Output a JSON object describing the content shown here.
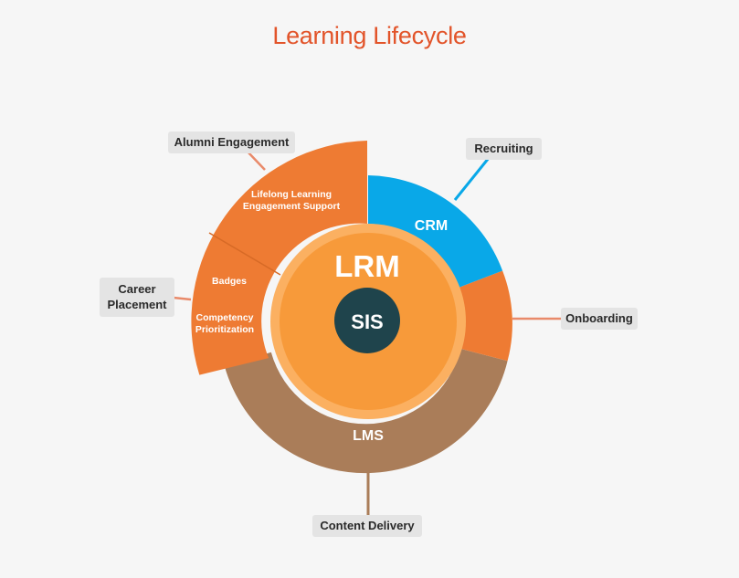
{
  "title": "Learning Lifecycle",
  "core": {
    "inner": "SIS",
    "middle": "LRM"
  },
  "segments": {
    "crm": "CRM",
    "lms": "LMS",
    "lifelong_line1": "Lifelong Learning",
    "lifelong_line2": "Engagement Support",
    "badges": "Badges",
    "competency_line1": "Competency",
    "competency_line2": "Prioritization"
  },
  "callouts": {
    "alumni": "Alumni Engagement",
    "recruiting": "Recruiting",
    "career_line1": "Career",
    "career_line2": "Placement",
    "onboarding": "Onboarding",
    "content": "Content Delivery"
  },
  "colors": {
    "orange": "#ee7b33",
    "blue": "#09a8e8",
    "brown": "#aa7d59",
    "center_orange": "#f79a3a",
    "sis": "#1f444c",
    "title": "#e2542a"
  }
}
